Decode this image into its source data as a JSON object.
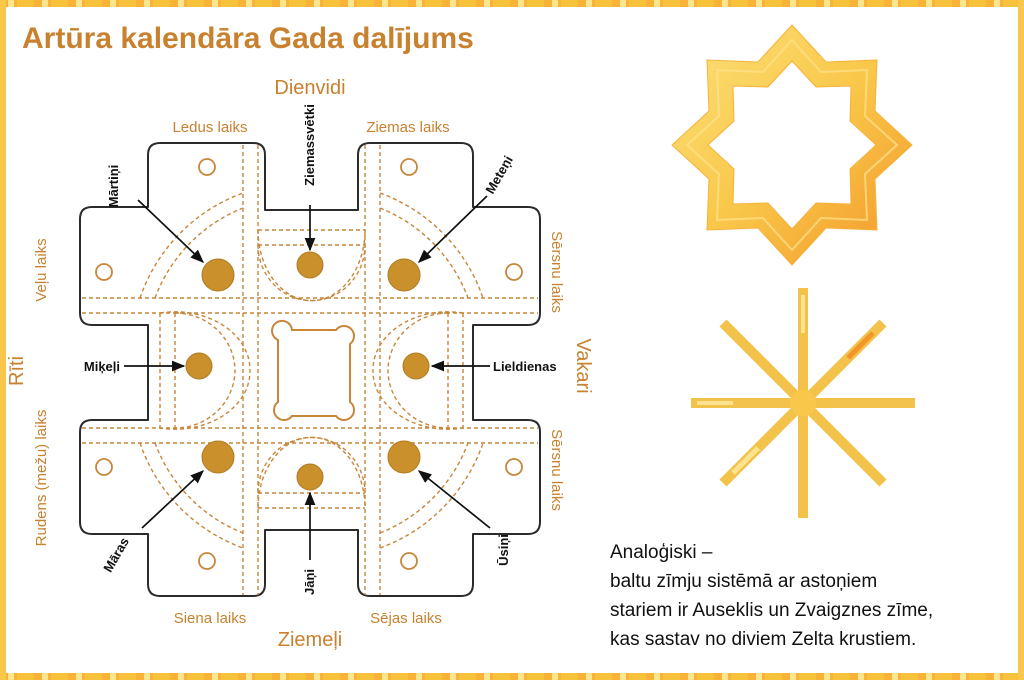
{
  "title": "Artūra kalendāra Gada dalījums",
  "directions": {
    "south": "Dienvidi",
    "north": "Ziemeļi",
    "east": "Rīti",
    "west": "Vakari"
  },
  "periods": {
    "top_left": "Ledus laiks",
    "top_right": "Ziemas laiks",
    "left_top": "Veļu laiks",
    "left_bottom": "Rudens (mežu) laiks",
    "right_top": "Sērsnu laiks",
    "right_bottom": "Sērsnu laiks",
    "bottom_left": "Siena laiks",
    "bottom_right": "Sējas laiks"
  },
  "festivals": {
    "top": "Ziemassvētki",
    "bottom": "Jāņi",
    "left": "Miķeļi",
    "right": "Lieldienas",
    "top_left": "Mārtiņi",
    "top_right": "Meteņi",
    "bottom_left": "Māras",
    "bottom_right": "Ūsiņi"
  },
  "note": {
    "line1": "Analoģiski –",
    "line2": "baltu zīmju sistēmā ar astoņiem",
    "line3": "stariem ir Auseklis un Zvaigznes zīme,",
    "line4": "kas sastav no diviem Zelta krustiem."
  },
  "colors": {
    "accent": "#c8812e",
    "gold": "#c9902c",
    "star_light": "#f7d66a",
    "star_orange": "#f29b32"
  },
  "icons": [
    "auseklis-star-icon",
    "zvaigznes-zime-icon"
  ]
}
